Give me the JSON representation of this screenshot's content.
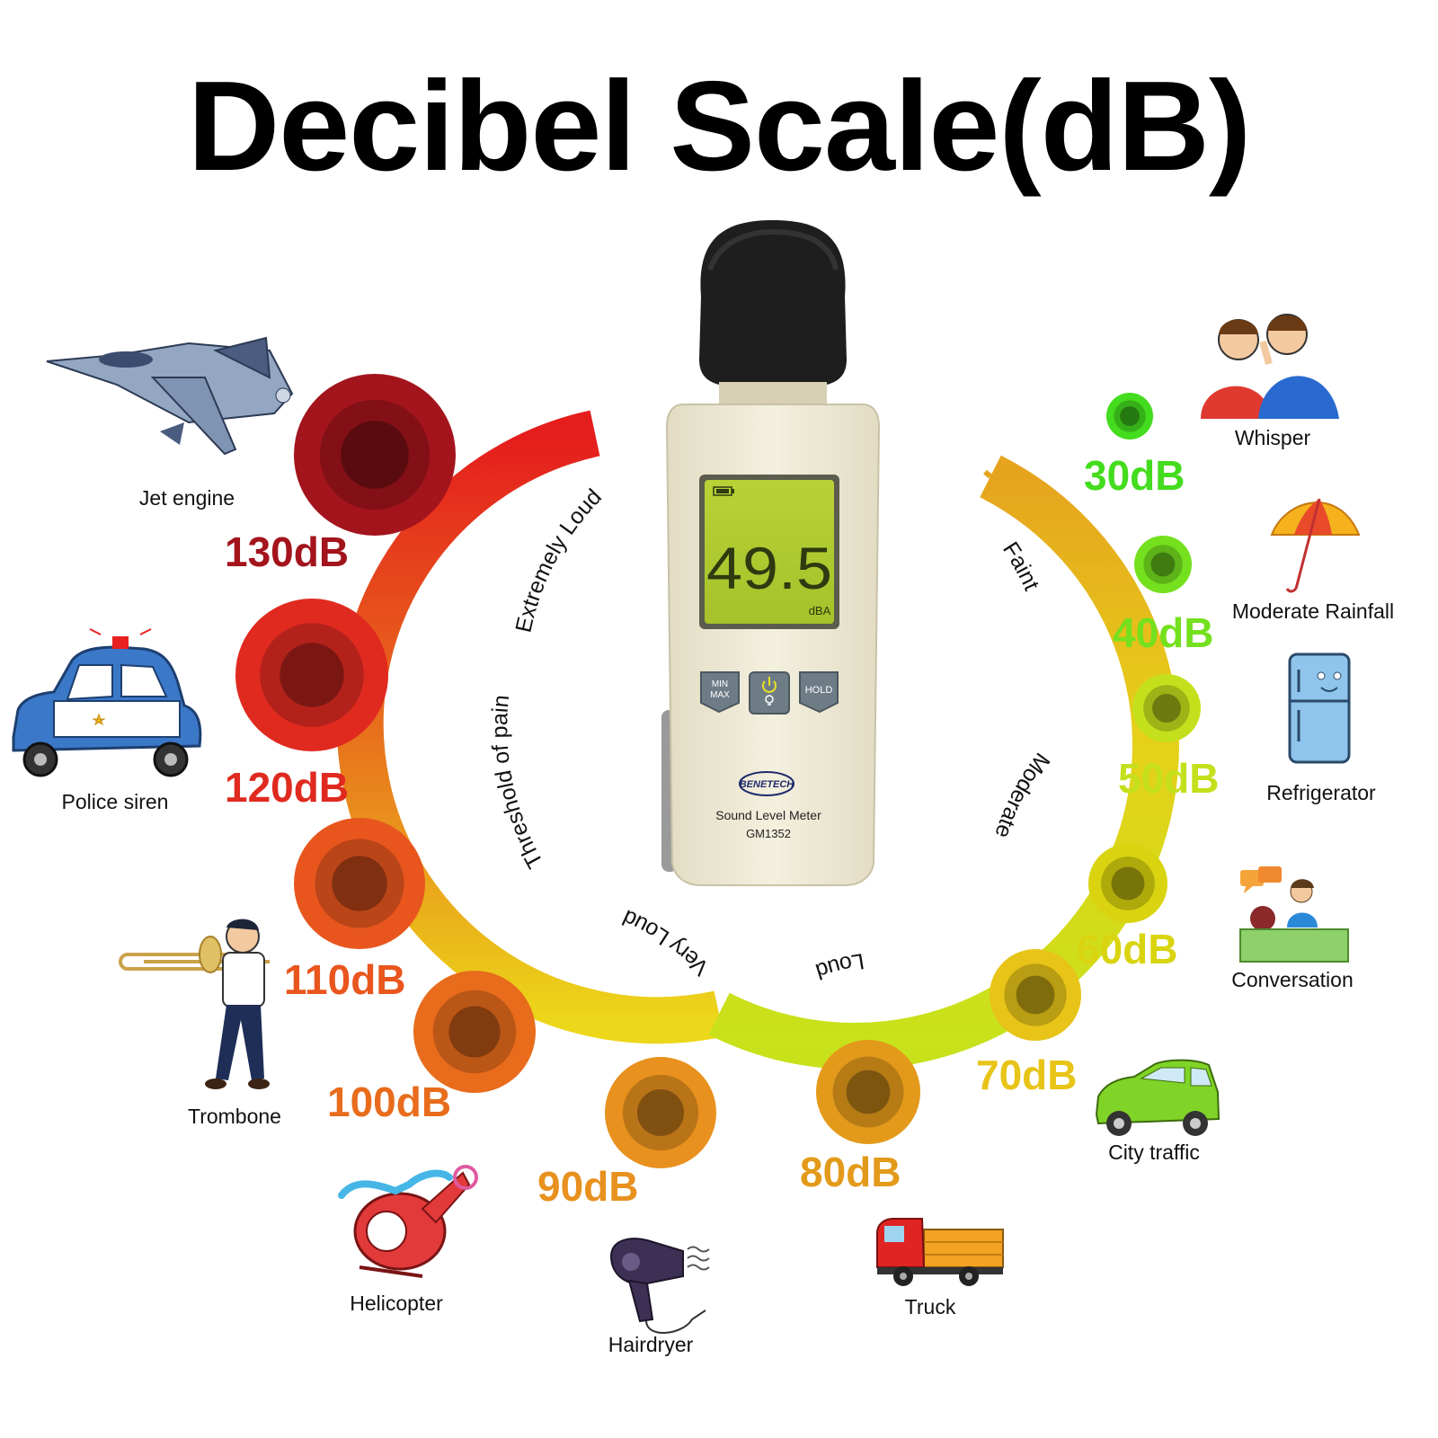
{
  "title": "Decibel Scale(dB)",
  "colors": {
    "db130": "#a3141c",
    "db120": "#e02a20",
    "db110": "#e8561e",
    "db100": "#e86c1c",
    "db90": "#e8911e",
    "db80": "#e39a1a",
    "db70": "#e7c417",
    "db60": "#d9d40f",
    "db50": "#c4e01c",
    "db40": "#74e01e",
    "db30": "#44dc1e"
  },
  "arc_labels": {
    "extremely_loud": "Extremely Loud",
    "threshold_of_pain": "Threshold of pain",
    "very_loud": "Very Loud",
    "loud": "Loud",
    "moderate": "Moderate",
    "faint": "Faint"
  },
  "levels": {
    "db130": {
      "value": "130dB",
      "source": "Jet engine",
      "icon": "jet-icon"
    },
    "db120": {
      "value": "120dB",
      "source": "Police siren",
      "icon": "police-car-icon"
    },
    "db110": {
      "value": "110dB",
      "source": "Trombone",
      "icon": "trombone-player-icon"
    },
    "db100": {
      "value": "100dB",
      "source": "Helicopter",
      "icon": "helicopter-icon"
    },
    "db90": {
      "value": "90dB",
      "source": "Hairdryer",
      "icon": "hairdryer-icon"
    },
    "db80": {
      "value": "80dB",
      "source": "Truck",
      "icon": "truck-icon"
    },
    "db70": {
      "value": "70dB",
      "source": "City traffic",
      "icon": "car-icon"
    },
    "db60": {
      "value": "60dB",
      "source": "Conversation",
      "icon": "conversation-icon"
    },
    "db50": {
      "value": "50dB",
      "source": "Refrigerator",
      "icon": "refrigerator-icon"
    },
    "db40": {
      "value": "40dB",
      "source": "Moderate Rainfall",
      "icon": "umbrella-icon"
    },
    "db30": {
      "value": "30dB",
      "source": "Whisper",
      "icon": "whisper-icon"
    }
  },
  "meter": {
    "reading": "49.5",
    "unit": "dBA",
    "btn_min": "MIN",
    "btn_max": "MAX",
    "btn_hold": "HOLD",
    "brand": "BENETECH",
    "product": "Sound Level Meter",
    "model": "GM1352"
  }
}
